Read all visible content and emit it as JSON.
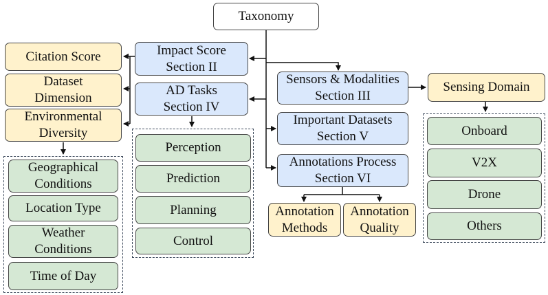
{
  "diagram": {
    "root": "Taxonomy",
    "sections": {
      "impact_score": "Impact Score\nSection II",
      "ad_tasks": "AD Tasks\nSection IV",
      "sensors": "Sensors & Modalities\nSection III",
      "datasets": "Important Datasets\nSection V",
      "annotations": "Annotations Process\nSection VI"
    },
    "impact_factors": {
      "citation": "Citation Score",
      "dimension": "Dataset\nDimension",
      "diversity": "Environmental\nDiversity"
    },
    "diversity_items": [
      "Geographical\nConditions",
      "Location Type",
      "Weather\nConditions",
      "Time of Day"
    ],
    "ad_task_items": [
      "Perception",
      "Prediction",
      "Planning",
      "Control"
    ],
    "sensing_domain": "Sensing Domain",
    "sensing_items": [
      "Onboard",
      "V2X",
      "Drone",
      "Others"
    ],
    "annotation_items": [
      "Annotation\nMethods",
      "Annotation\nQuality"
    ]
  }
}
